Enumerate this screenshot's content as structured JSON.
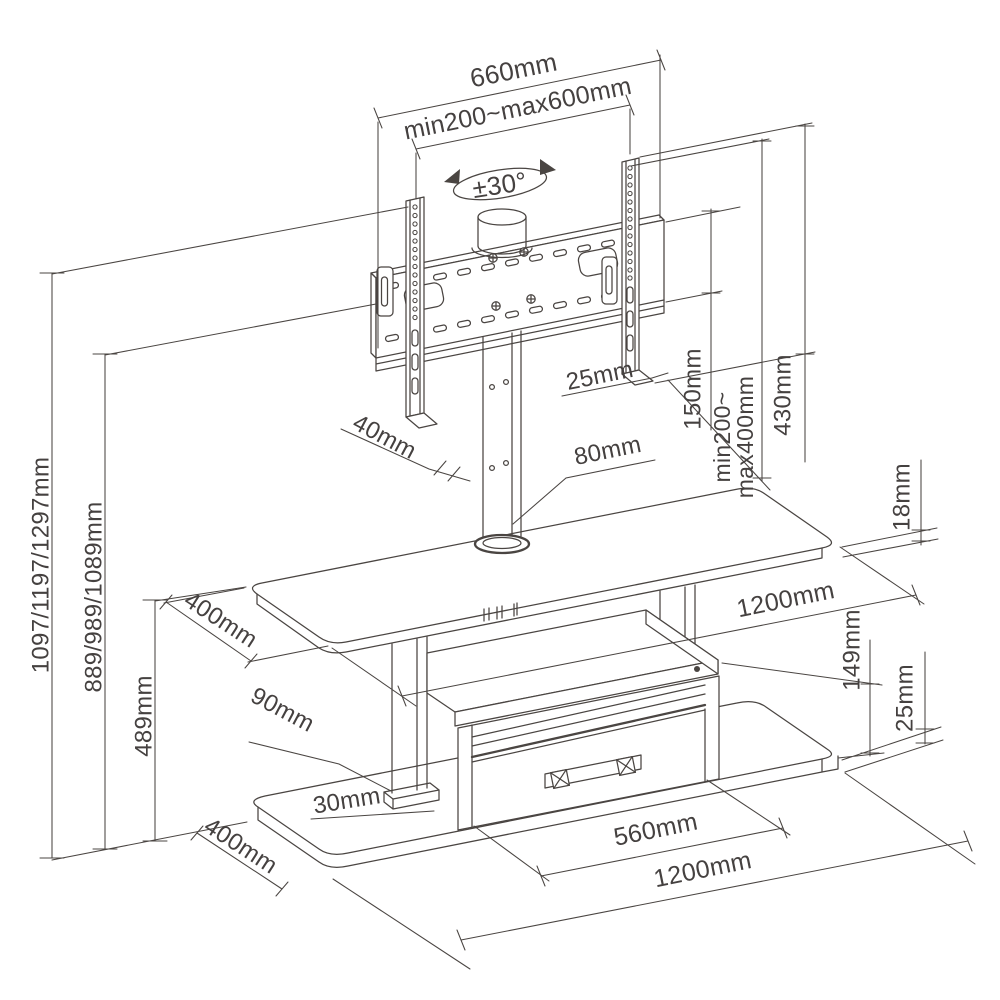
{
  "labels": {
    "bracket_width": "660mm",
    "vesa_width": "min200~max600mm",
    "swivel_angle": "±30°",
    "hook_depth": "25mm",
    "bar_height": "150mm",
    "vesa_height_1": "min200~",
    "vesa_height_2": "max400mm",
    "bracket_height": "430mm",
    "pole_depth": "40mm",
    "pole_width": "80mm",
    "shelf_thickness": "18mm",
    "shelf_width": "1200mm",
    "shelf_depth": "400mm",
    "cabinet_height": "149mm",
    "base_thickness": "25mm",
    "column_depth": "90mm",
    "shelf_height": "489mm",
    "base_gap": "30mm",
    "drawer_width": "560mm",
    "base_depth": "400mm",
    "base_width": "1200mm",
    "height_overall": "1097/1197/1297mm",
    "height_to_bracket": "889/989/1089mm"
  },
  "colors": {
    "line": "#4a4542",
    "background": "#ffffff"
  }
}
